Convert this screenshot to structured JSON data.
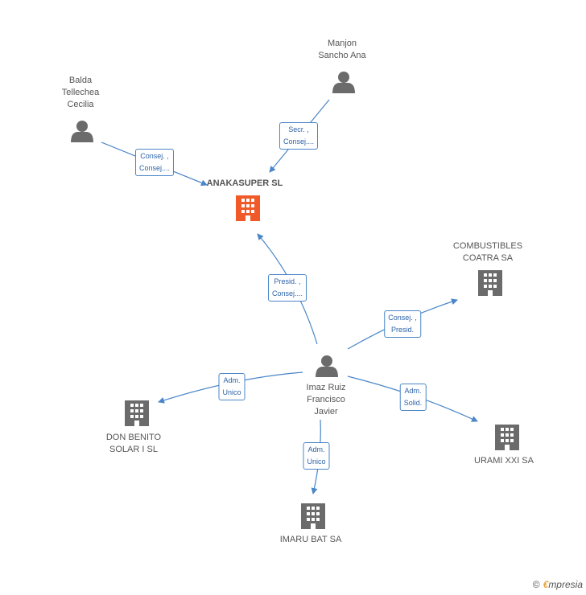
{
  "colors": {
    "edge": "#4a86c8",
    "person_icon": "#6b6b6b",
    "company_icon": "#6b6b6b",
    "main_company_icon": "#f05a28"
  },
  "nodes": {
    "anakasuper": {
      "label": "ANAKASUPER SL",
      "icon": "building-icon"
    },
    "manjon": {
      "label": "Manjon\nSancho Ana",
      "icon": "person-icon"
    },
    "balda": {
      "label": "Balda\nTellechea\nCecilia",
      "icon": "person-icon"
    },
    "imaz": {
      "label": "Imaz Ruiz\nFrancisco\nJavier",
      "icon": "person-icon"
    },
    "combustibles": {
      "label": "COMBUSTIBLES\nCOATRA SA",
      "icon": "building-icon"
    },
    "donbenito": {
      "label": "DON BENITO\nSOLAR I SL",
      "icon": "building-icon"
    },
    "imaru": {
      "label": "IMARU BAT SA",
      "icon": "building-icon"
    },
    "urami": {
      "label": "URAMI XXI SA",
      "icon": "building-icon"
    }
  },
  "edges": {
    "manjon_anakasuper": "Secr. ,\nConsej....",
    "balda_anakasuper": "Consej. ,\nConsej....",
    "imaz_anakasuper": "Presid. ,\nConsej....",
    "imaz_combustibles": "Consej. ,\nPresid.",
    "imaz_donbenito": "Adm.\nUnico",
    "imaz_imaru": "Adm.\nUnico",
    "imaz_urami": "Adm.\nSolid."
  },
  "footer": {
    "copyright": "©",
    "brand_first": "€",
    "brand_rest": "mpresia"
  }
}
